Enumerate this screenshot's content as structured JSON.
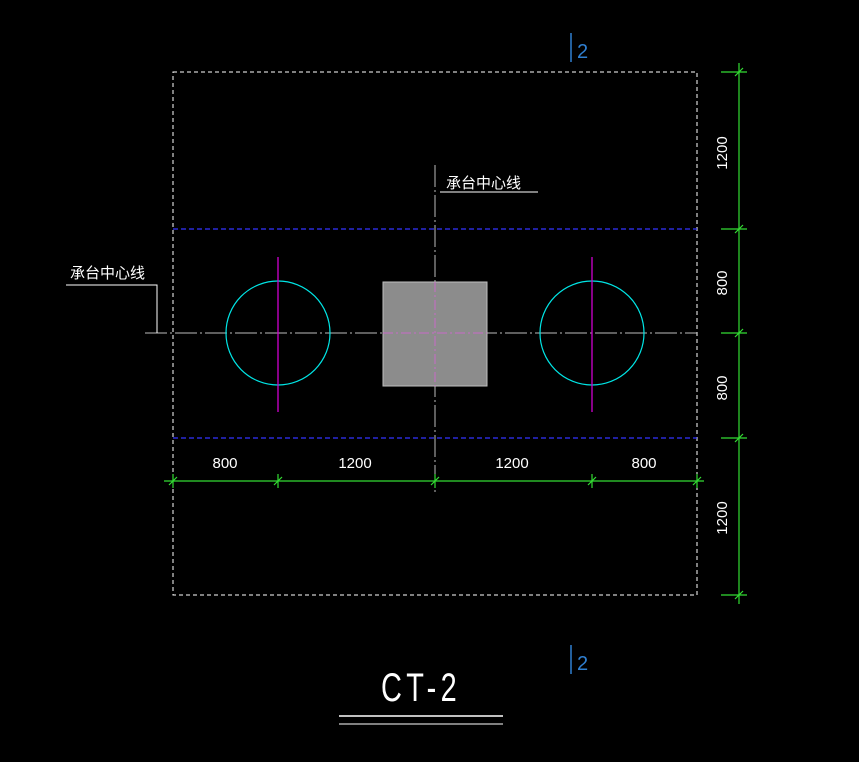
{
  "drawing": {
    "title": "CT-2",
    "section_marks": [
      "2",
      "2"
    ],
    "center_line_labels": [
      "承台中心线",
      "承台中心线"
    ],
    "dimensions": {
      "horizontal": [
        "800",
        "1200",
        "1200",
        "800"
      ],
      "vertical": [
        "1200",
        "800",
        "800",
        "1200"
      ]
    },
    "colors": {
      "background": "#000000",
      "outline": "#ffffff",
      "dimension": "#33dd33",
      "pile": "#00e5e5",
      "pile_axis": "#d000d0",
      "cap_edge": "#3333ff",
      "column": "#8c8c8c",
      "section_mark": "#2f7fd0",
      "text": "#ffffff"
    }
  }
}
